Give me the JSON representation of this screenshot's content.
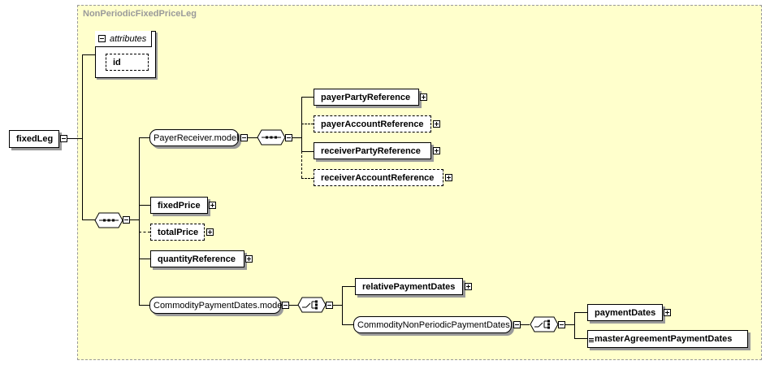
{
  "diagram": {
    "type_name": "NonPeriodicFixedPriceLeg",
    "root": {
      "label": "fixedLeg"
    },
    "attributes": {
      "label": "attributes",
      "items": [
        "id"
      ]
    },
    "payer_receiver_group": {
      "label": "PayerReceiver.model"
    },
    "payer_receiver_children": [
      "payerPartyReference",
      "payerAccountReference",
      "receiverPartyReference",
      "receiverAccountReference"
    ],
    "fixed_price": "fixedPrice",
    "total_price": "totalPrice",
    "quantity_reference": "quantityReference",
    "commodity_payment_dates_group": {
      "label": "CommodityPaymentDates.model"
    },
    "relative_payment_dates": "relativePaymentDates",
    "non_periodic_group": {
      "label": "CommodityNonPeriodicPaymentDates..."
    },
    "payment_dates": "paymentDates",
    "master_agreement_payment_dates": "masterAgreementPaymentDates"
  },
  "colors": {
    "complex_type_background": "#ffffcc",
    "complex_type_border": "#9a9a9a",
    "element_background": "#ffffff",
    "connector": "#000000"
  }
}
